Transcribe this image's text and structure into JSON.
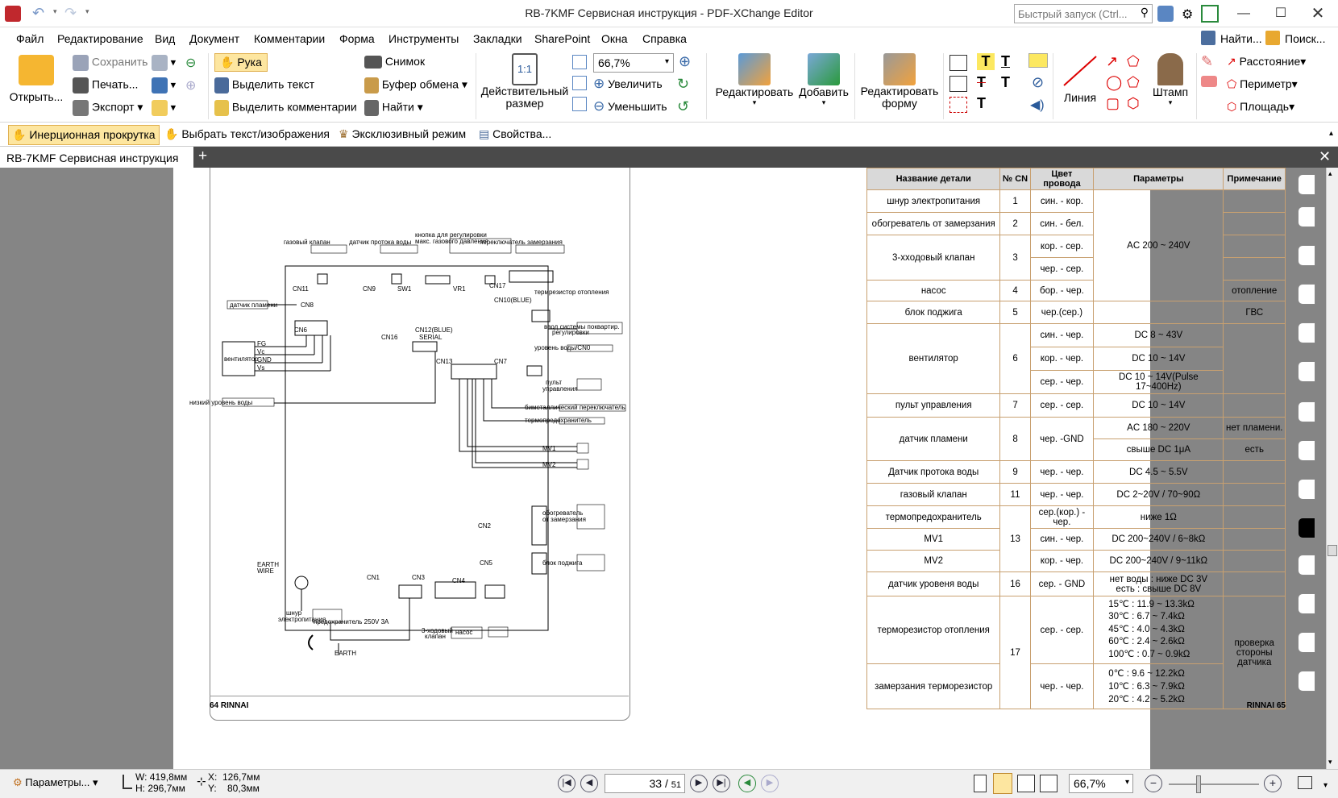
{
  "window": {
    "title": "RB-7KMF Сервисная инструкция - PDF-XChange Editor",
    "quick_launch_placeholder": "Быстрый запуск (Ctrl..."
  },
  "menu": [
    "Файл",
    "Редактирование",
    "Вид",
    "Документ",
    "Комментарии",
    "Форма",
    "Инструменты",
    "Закладки",
    "SharePoint",
    "Окна",
    "Справка"
  ],
  "menu_right": {
    "find": "Найти...",
    "search": "Поиск..."
  },
  "ribbon": {
    "open": "Открыть...",
    "save": "Сохранить",
    "print": "Печать...",
    "export": "Экспорт",
    "hand": "Рука",
    "select_text": "Выделить текст",
    "select_comments": "Выделить комментарии",
    "snapshot": "Снимок",
    "clipboard": "Буфер обмена",
    "find": "Найти",
    "actual_size": "Действительный размер",
    "zoom_value": "66,7%",
    "zoom_in": "Увеличить",
    "zoom_out": "Уменьшить",
    "edit": "Редактировать",
    "add": "Добавить",
    "edit_form": "Редактировать форму",
    "line": "Линия",
    "stamp": "Штамп",
    "distance": "Расстояние",
    "perimeter": "Периметр",
    "area": "Площадь",
    "actual_icon": "1:1"
  },
  "subbar": {
    "inertial": "Инерционная прокрутка",
    "select_text_images": "Выбрать текст/изображения",
    "exclusive": "Эксклюзивный режим",
    "properties": "Свойства..."
  },
  "tab": {
    "label": "RB-7KMF Сервисная инструкция"
  },
  "doc": {
    "left_footer": "64 RINNAI",
    "right_footer": "RINNAI 65",
    "schematic_labels": [
      "газовый клапан",
      "датчик протока воды",
      "кнопка для регулировки",
      "макс. газового давления",
      "переключатель замерзания",
      "CN11",
      "CN9",
      "SW1",
      "VR1",
      "CN17",
      "термрезистор отопления",
      "датчик пламени",
      "CN8",
      "CN10(BLUE)",
      "ввод системы поквартир.",
      "регулировки",
      "CN6",
      "вентилятор",
      "FG",
      "Vc",
      "GND",
      "Vs",
      "CN16",
      "CN12(BLUE)",
      "SERIAL",
      "CN13",
      "CN7",
      "уровень воды/CN0",
      "пульт",
      "управления",
      "низкий уровень воды",
      "биметаллический переключатель",
      "термопредохранитель",
      "MV1",
      "MV2",
      "обогреватель",
      "от замерзания",
      "CN2",
      "CN5",
      "блок поджига",
      "EARTH",
      "WIRE",
      "CN1",
      "CN3",
      "CN4",
      "шнур",
      "электропитания",
      "предохранитель 250V 3A",
      "3-ходовый",
      "клапан",
      "насос",
      "EARTH"
    ],
    "table_headers": [
      "Название детали",
      "№ CN",
      "Цвет провода",
      "Параметры",
      "Примечание"
    ],
    "rows": {
      "r1": {
        "name": "шнур электропитания",
        "cn": "1",
        "wire": "син. - кор."
      },
      "r2": {
        "name": "обогреватель от замерзания",
        "cn": "2",
        "wire": "син. - бел."
      },
      "r3": {
        "name": "3-ххoдовый клапан",
        "cn": "3",
        "wire1": "кор. - сер.",
        "wire2": "чер. - сер."
      },
      "ac": "AC 200 ~ 240V",
      "r4": {
        "name": "насос",
        "cn": "4",
        "wire": "бор. - чер.",
        "note": "отопление"
      },
      "r5": {
        "name": "блок поджига",
        "cn": "5",
        "wire": "чер.(сер.)",
        "note": "ГВС"
      },
      "r6": {
        "name": "вентилятор",
        "cn": "6",
        "w1": "син. - чер.",
        "p1": "DC 8 ~ 43V",
        "w2": "кор. - чер.",
        "p2": "DC 10 ~ 14V",
        "w3": "сер. - чер.",
        "p3": "DC 10 ~ 14V(Pulse 17~400Hz)"
      },
      "r7": {
        "name": "пульт управления",
        "cn": "7",
        "wire": "сер. - сер.",
        "param": "DC 10 ~ 14V"
      },
      "r8": {
        "name": "датчик пламени",
        "cn": "8",
        "wire": "чер. -GND",
        "p1": "AC 180 ~ 220V",
        "n1": "нет пламени.",
        "p2": "свыше DC 1μA",
        "n2": "есть"
      },
      "r9": {
        "name": "Датчик протока воды",
        "cn": "9",
        "wire": "чер. - чер.",
        "param": "DC 4.5 ~ 5.5V"
      },
      "r11": {
        "name": "газовый клапан",
        "cn": "11",
        "wire": "чер. - чер.",
        "param": "DC 2~20V / 70~90Ω"
      },
      "r13a": {
        "name": "термопредохранитель",
        "cn": "13",
        "wire": "сер.(кор.) - чер.",
        "param": "ниже 1Ω"
      },
      "r13b": {
        "name": "MV1",
        "wire": "син. - чер.",
        "param": "DC 200~240V / 6~8kΩ"
      },
      "r13c": {
        "name": "MV2",
        "wire": "кор. - чер.",
        "param": "DC 200~240V / 9~11kΩ"
      },
      "r16": {
        "name": "датчик уровеня воды",
        "cn": "16",
        "wire": "сер. - GND",
        "p1": "нет воды : ниже DC 3V",
        "p2": "есть : свыше DC 8V"
      },
      "r17a": {
        "name": "терморезистор  отопления",
        "wire": "сер. - сер.",
        "params": [
          "15℃ : 11.9 ~ 13.3kΩ",
          "30℃ : 6.7 ~ 7.4kΩ",
          "45℃ : 4.0 ~ 4.3kΩ",
          "60℃ : 2.4 ~ 2.6kΩ",
          "100℃ : 0.7 ~ 0.9kΩ"
        ]
      },
      "r17": {
        "cn": "17",
        "note": "проверка стороны датчика"
      },
      "r17b": {
        "name": "замерзания терморезистор",
        "wire": "чер. - чер.",
        "params": [
          "0℃ : 9.6 ~ 12.2kΩ",
          "10℃ : 6.3 ~ 7.9kΩ",
          "20℃ : 4.2 ~ 5.2kΩ"
        ]
      }
    }
  },
  "status": {
    "params": "Параметры...",
    "w": "W: 419,8мм",
    "h": "H: 296,7мм",
    "x": "X:  126,7мм",
    "y": "Y:    80,3мм",
    "page_current": "33",
    "page_total": "51",
    "zoom": "66,7%"
  },
  "colors": {
    "accent": "#c00000",
    "workspace": "#858585",
    "table_border": "#c8a070"
  }
}
